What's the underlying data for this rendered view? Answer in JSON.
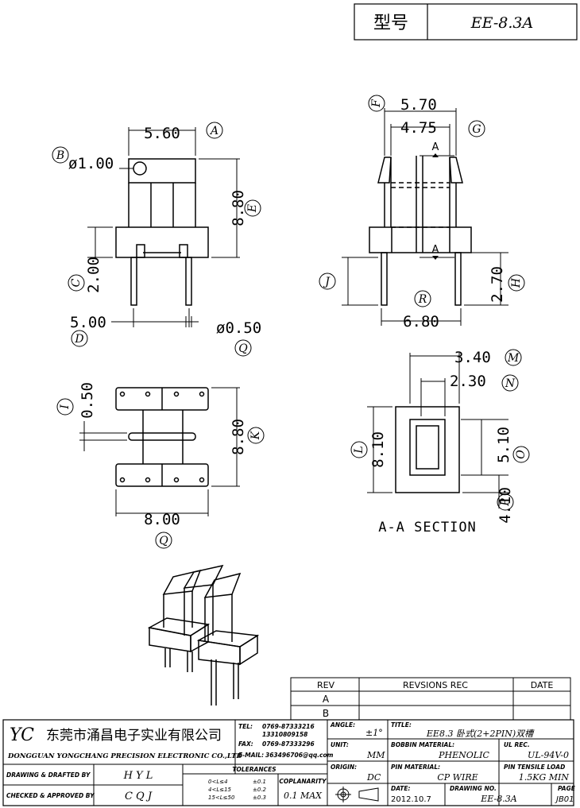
{
  "header": {
    "model_label": "型号",
    "model_value": "EE-8.3A"
  },
  "front_view": {
    "width_dim": "5.60",
    "width_ref": "A",
    "hole_ref": "B",
    "hole_dim": "ø1.00",
    "height_dim": "8.80",
    "height_ref": "E",
    "pin_len_ref": "C",
    "pin_len_dim": "2.00",
    "pin_pitch_dim": "5.00",
    "pin_pitch_ref": "D",
    "pin_dia_dim": "ø0.50",
    "pin_dia_ref": "Q"
  },
  "side_view": {
    "outer_ref": "F",
    "outer_dim": "5.70",
    "inner_dim": "4.75",
    "inner_ref": "G",
    "section_mark": "A",
    "pin_len_ref": "J",
    "base_ref": "R",
    "base_dim": "6.80",
    "pin_proj_dim": "2.70",
    "pin_proj_ref": "H"
  },
  "top_view": {
    "gap_ref": "I",
    "gap_dim": "0.50",
    "height_dim": "8.80",
    "height_ref": "K",
    "width_dim": "8.00",
    "width_ref": "Q"
  },
  "section_view": {
    "outer_w_dim": "3.40",
    "outer_w_ref": "M",
    "inner_w_dim": "2.30",
    "inner_w_ref": "N",
    "outer_h_ref": "L",
    "outer_h_dim": "8.10",
    "inner_h_dim": "5.10",
    "inner_h_ref": "O",
    "bottom_dim": "4.10",
    "bottom_ref": "P",
    "title": "A-A SECTION"
  },
  "revision_table": {
    "col_rev": "REV",
    "col_rec": "REVSIONS REC",
    "col_date": "DATE",
    "rows": [
      "A",
      "B"
    ]
  },
  "title_block": {
    "logo": "YC",
    "company_cn": "东莞市涌昌电子实业有限公司",
    "company_en": "DONGGUAN YONGCHANG PRECISION ELECTRONIC CO.,LTD",
    "tel_label": "TEL:",
    "tel_1": "0769-87333216",
    "tel_2": "13310809158",
    "fax_label": "FAX:",
    "fax": "0769-87333296",
    "email_label": "E-MAIL:",
    "email": "363496706@qq.com",
    "angle_label": "ANGLE:",
    "angle_value": "±1°",
    "title_label": "TITLE:",
    "title_value": "EE8.3 卧式(2+2PIN)双槽",
    "unit_label": "UNIT:",
    "unit_value": "MM",
    "bobbin_label": "BOBBIN MATERIAL:",
    "bobbin_value": "PHENOLIC",
    "ul_label": "UL REC.",
    "ul_value": "UL-94V-0",
    "origin_label": "ORIGIN:",
    "origin_value": "DC",
    "pin_label": "PIN MATERIAL:",
    "pin_value": "CP WIRE",
    "tensile_label": "PIN TENSILE LOAD",
    "tensile_value": "1.5KG MIN",
    "drawn_label": "DRAWING & DRAFTED BY",
    "drawn_value": "H Y L",
    "checked_label": "CHECKED & APPROVED BY",
    "checked_value": "C Q J",
    "tol_label": "TOLERANCES",
    "tol_ranges": [
      "0<L≤4",
      "4<L≤15",
      "15<L≤50"
    ],
    "tol_values": [
      "±0.1",
      "±0.2",
      "±0.3"
    ],
    "coplanarity_label": "COPLANARITY",
    "coplanarity_value": "0.1 MAX",
    "date_label": "DATE:",
    "date_value": "2012.10.7",
    "drawing_no_label": "DRAWING NO.",
    "drawing_no_value": "EE-8.3A",
    "page_label": "PAGE",
    "page_value": "JB01"
  }
}
